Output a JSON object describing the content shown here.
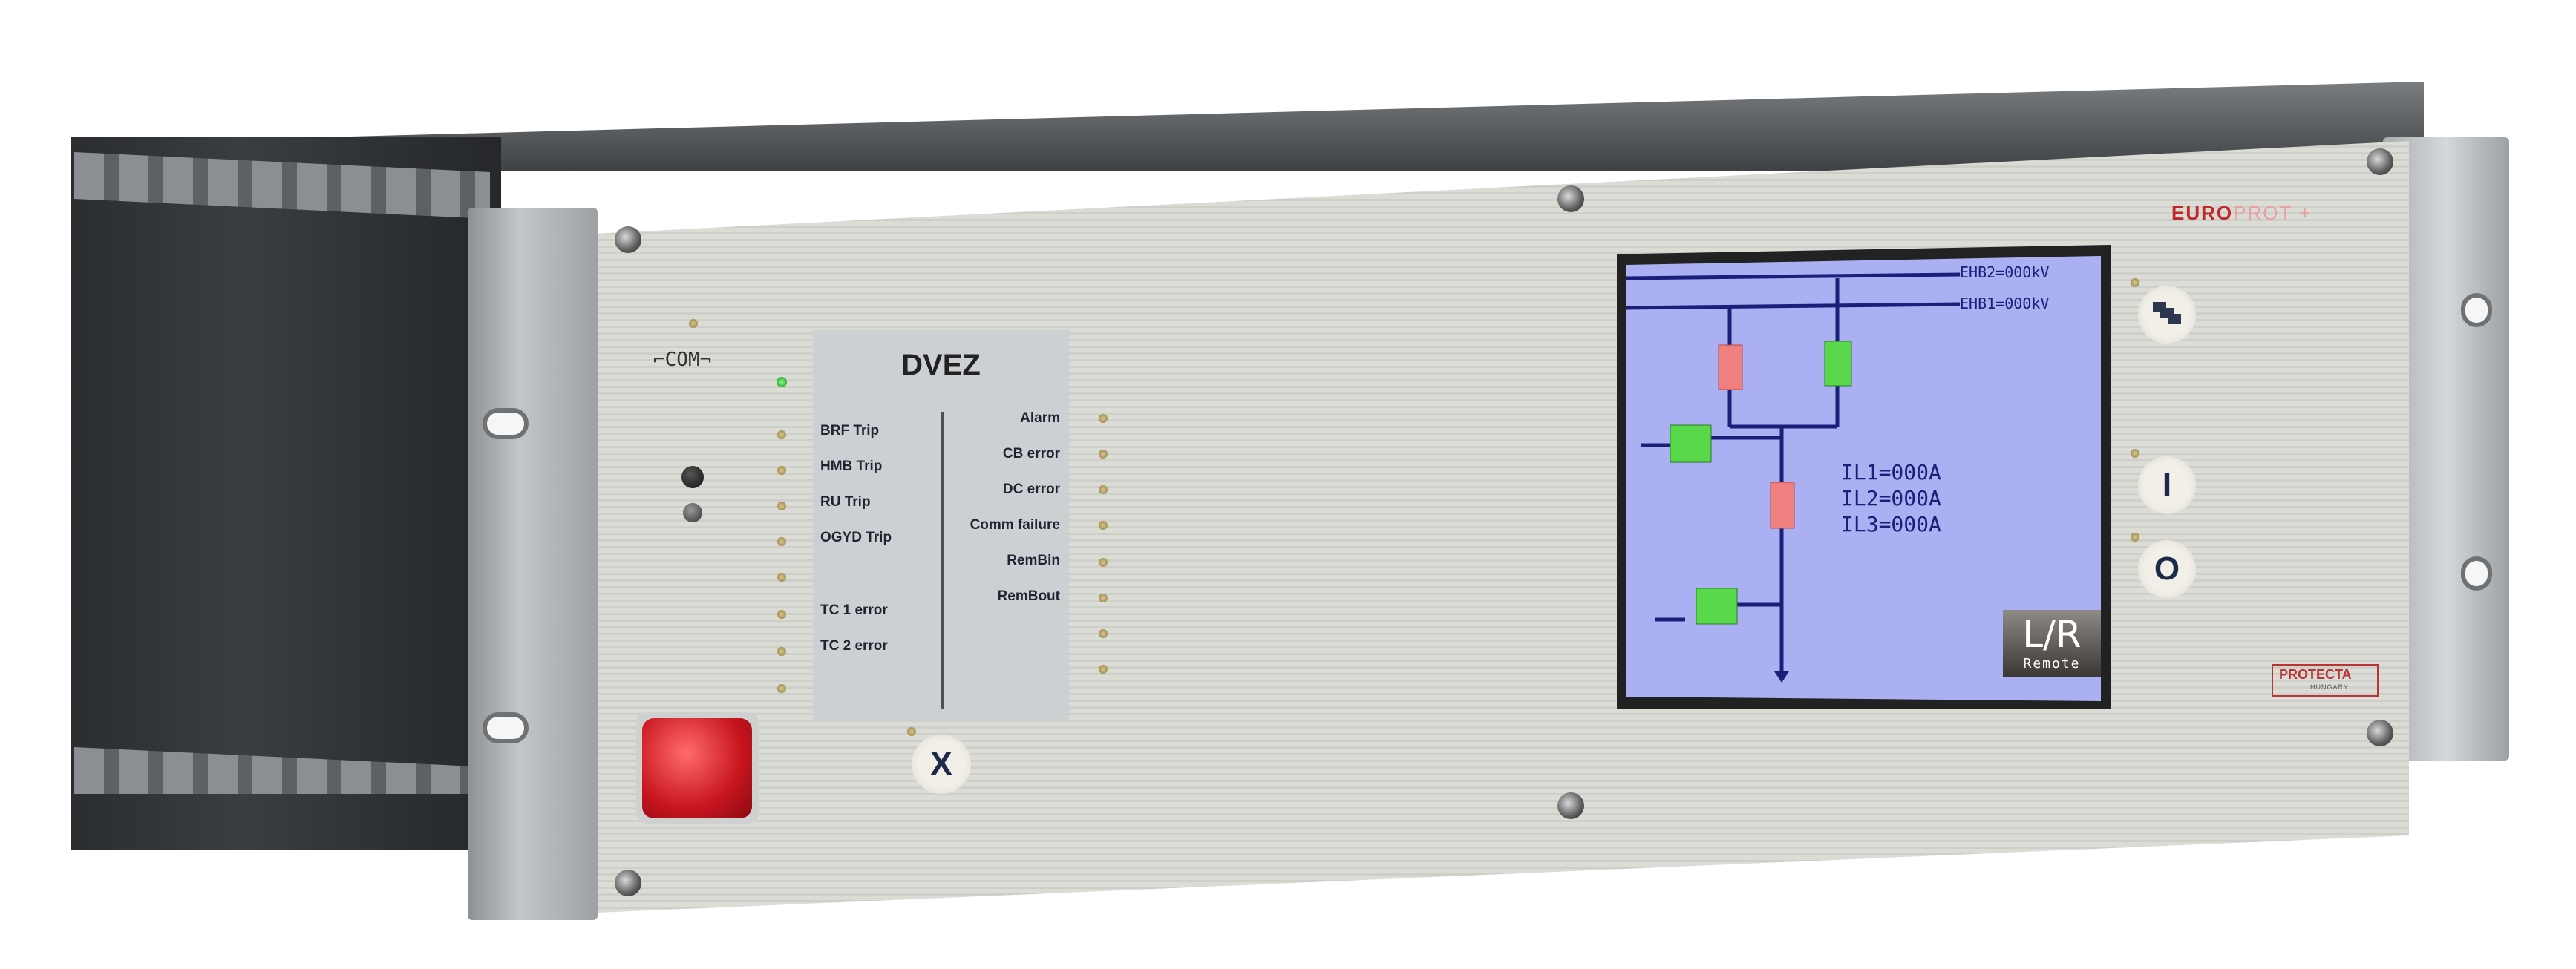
{
  "device": {
    "brand_euro": "EURO",
    "brand_prot": "PROT +",
    "manufacturer": "PROTECTA",
    "manufacturer_sub": "HUNGARY",
    "com_label": "COM"
  },
  "label_card": {
    "title": "DVEZ",
    "left_labels": [
      "BRF Trip",
      "HMB Trip",
      "RU Trip",
      "OGYD Trip",
      "",
      "TC 1 error",
      "TC 2 error"
    ],
    "right_labels": [
      "Alarm",
      "CB error",
      "DC error",
      "Comm failure",
      "RemBin",
      "RemBout"
    ]
  },
  "screen": {
    "busbar2": "EHB2=000kV",
    "busbar1": "EHB1=000kV",
    "il1": "IL1=000A",
    "il2": "IL2=000A",
    "il3": "IL3=000A",
    "mode_main": "L/R",
    "mode_sub": "Remote"
  },
  "buttons": {
    "clear": "X",
    "on": "I",
    "off": "O"
  },
  "colors": {
    "screen_bg": "#aab0f2",
    "breaker_open": "#f08080",
    "switch_closed": "#58d84a",
    "reset_button": "#c7151f",
    "brand_red": "#c0282a"
  }
}
